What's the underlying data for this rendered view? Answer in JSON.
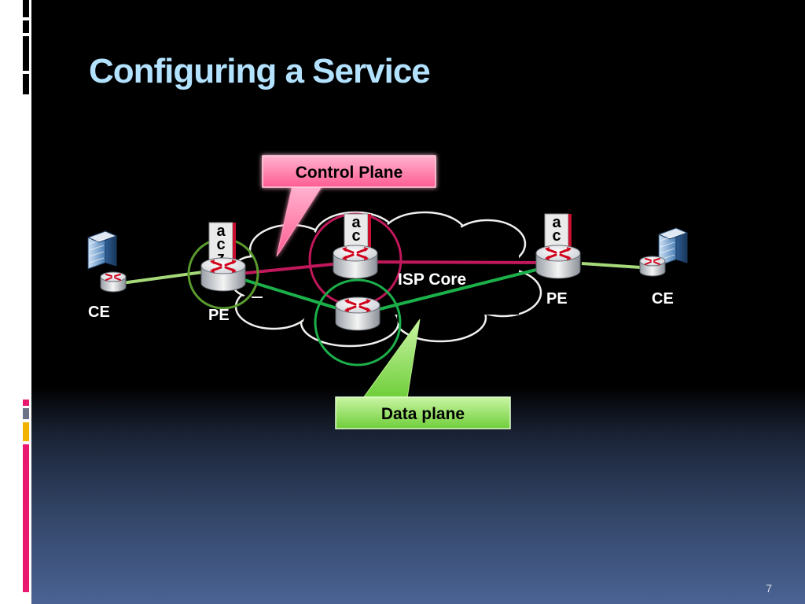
{
  "slide": {
    "title": "Configuring a Service",
    "page_number": "7"
  },
  "diagram": {
    "callouts": {
      "control_plane": "Control Plane",
      "data_plane": "Data plane"
    },
    "cloud_label": "ISP Core",
    "device_labels": {
      "ce_left": "CE",
      "pe_left": "PE",
      "pe_right": "PE",
      "ce_right": "CE"
    },
    "config_stack": [
      "a",
      "c",
      "z"
    ]
  },
  "colors": {
    "title": "#b3e2ff",
    "control_plane": "#ff6699",
    "data_plane": "#66cc33",
    "control_link": "#c0185a",
    "data_link": "#1cb04a",
    "access_link": "#a6d97a"
  },
  "icons": [
    "router-icon",
    "server-building-icon",
    "cloud-shape"
  ]
}
